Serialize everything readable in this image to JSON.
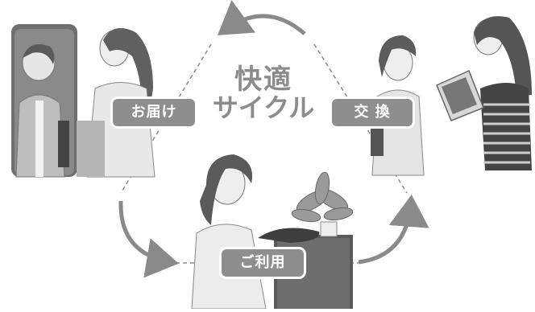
{
  "title": {
    "line1": "快適",
    "line2": "サイクル"
  },
  "stages": {
    "delivery": "お届け",
    "exchange": "交 換",
    "use": "ご利用"
  },
  "colors": {
    "label_bg": "#8e8e8e",
    "title_text": "#8c8c8c",
    "arrow": "#8a8a8a",
    "illustration_gray": "#bdbdbd"
  },
  "icons": [
    "cycle-arrow-top",
    "cycle-arrow-left",
    "cycle-arrow-right"
  ]
}
